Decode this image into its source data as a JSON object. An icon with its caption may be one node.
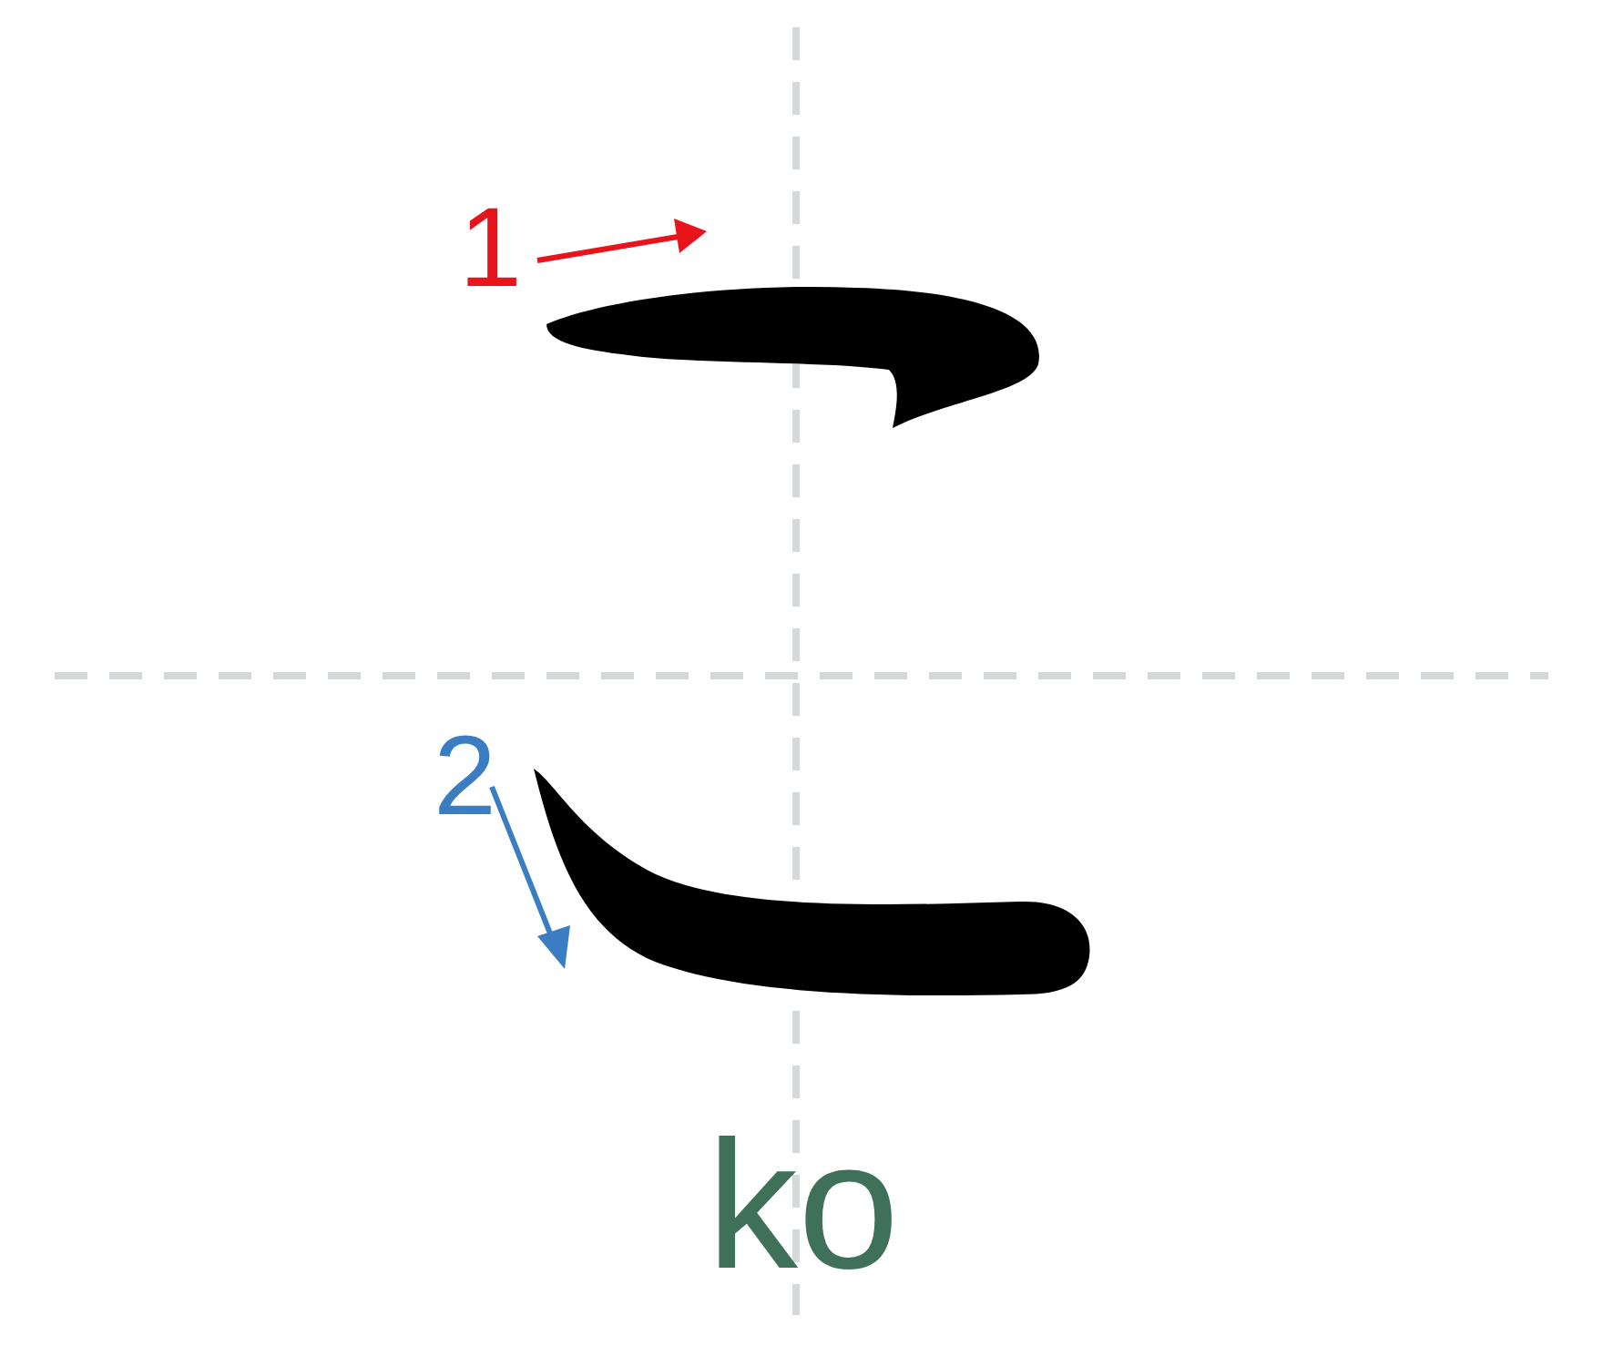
{
  "diagram": {
    "labels": [
      "1",
      "2",
      "ko"
    ]
  }
}
